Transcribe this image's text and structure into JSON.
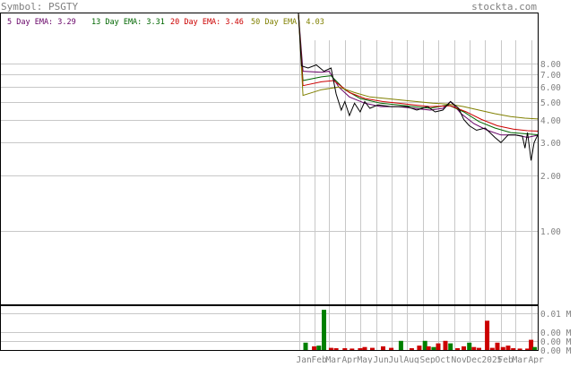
{
  "header": {
    "symbol_text": "Symbol: PSGTY",
    "site_text": "stockta.com"
  },
  "legend": [
    {
      "text": "5 Day EMA: 3.29",
      "color": "#660066"
    },
    {
      "text": "13 Day EMA: 3.31",
      "color": "#006600"
    },
    {
      "text": "20 Day EMA: 3.46",
      "color": "#cc0000"
    },
    {
      "text": "50 Day EMA: 4.03",
      "color": "#808000"
    }
  ],
  "colors": {
    "grid": "#c8c8c8",
    "frame": "#000000",
    "price": "#000000",
    "vol_up": "#008000",
    "vol_down": "#cc0000",
    "label": "#808080"
  },
  "chart_data": [
    {
      "type": "line",
      "panel": "price",
      "scale": "log",
      "ylim": [
        0.4,
        15
      ],
      "x_range": [
        "2024-01-01",
        "2025-04-14"
      ],
      "y_ticks": [
        {
          "value": 8,
          "label": "8.00"
        },
        {
          "value": 7,
          "label": "7.00"
        },
        {
          "value": 6,
          "label": "6.00"
        },
        {
          "value": 5,
          "label": "5.00"
        },
        {
          "value": 4,
          "label": "4.00"
        },
        {
          "value": 3,
          "label": "3.00"
        },
        {
          "value": 2,
          "label": "2.00"
        },
        {
          "value": 1,
          "label": "1.00"
        }
      ],
      "x_ticks": [
        {
          "date": "2024-01-03",
          "label": "Jan"
        },
        {
          "date": "2024-02-01",
          "label": "Feb"
        },
        {
          "date": "2024-03-01",
          "label": "Mar"
        },
        {
          "date": "2024-04-01",
          "label": "Apr"
        },
        {
          "date": "2024-05-01",
          "label": "May"
        },
        {
          "date": "2024-06-01",
          "label": "Jun"
        },
        {
          "date": "2024-07-01",
          "label": "Jul"
        },
        {
          "date": "2024-08-01",
          "label": "Aug"
        },
        {
          "date": "2024-09-01",
          "label": "Sep"
        },
        {
          "date": "2024-10-01",
          "label": "Oct"
        },
        {
          "date": "2024-11-01",
          "label": "Nov"
        },
        {
          "date": "2024-12-01",
          "label": "Dec"
        },
        {
          "date": "2025-01-01",
          "label": "2025"
        },
        {
          "date": "2025-02-01",
          "label": "Feb"
        },
        {
          "date": "2025-03-01",
          "label": "Mar"
        },
        {
          "date": "2025-04-01",
          "label": "Apr"
        }
      ],
      "series": [
        {
          "name": "5 Day EMA",
          "color": "#660066",
          "points": [
            [
              "2024-01-01",
              15
            ],
            [
              "2024-01-10",
              7.3
            ],
            [
              "2024-02-15",
              7.2
            ],
            [
              "2024-03-01",
              7.3
            ],
            [
              "2024-03-20",
              6.0
            ],
            [
              "2024-04-10",
              5.3
            ],
            [
              "2024-05-10",
              4.9
            ],
            [
              "2024-06-10",
              4.7
            ],
            [
              "2024-07-15",
              4.7
            ],
            [
              "2024-08-15",
              4.6
            ],
            [
              "2024-09-15",
              4.5
            ],
            [
              "2024-10-10",
              4.6
            ],
            [
              "2024-10-25",
              5.0
            ],
            [
              "2024-11-15",
              4.3
            ],
            [
              "2024-12-10",
              3.8
            ],
            [
              "2025-01-05",
              3.5
            ],
            [
              "2025-02-01",
              3.3
            ],
            [
              "2025-03-01",
              3.3
            ],
            [
              "2025-03-25",
              3.2
            ],
            [
              "2025-04-14",
              3.29
            ]
          ]
        },
        {
          "name": "13 Day EMA",
          "color": "#006600",
          "points": [
            [
              "2024-01-01",
              15
            ],
            [
              "2024-01-10",
              6.5
            ],
            [
              "2024-02-15",
              6.8
            ],
            [
              "2024-03-05",
              6.9
            ],
            [
              "2024-04-01",
              5.8
            ],
            [
              "2024-05-01",
              5.2
            ],
            [
              "2024-06-10",
              4.9
            ],
            [
              "2024-07-15",
              4.8
            ],
            [
              "2024-08-15",
              4.7
            ],
            [
              "2024-09-15",
              4.6
            ],
            [
              "2024-10-20",
              4.8
            ],
            [
              "2024-11-20",
              4.4
            ],
            [
              "2024-12-20",
              3.9
            ],
            [
              "2025-01-20",
              3.6
            ],
            [
              "2025-02-20",
              3.4
            ],
            [
              "2025-03-20",
              3.35
            ],
            [
              "2025-04-14",
              3.31
            ]
          ]
        },
        {
          "name": "20 Day EMA",
          "color": "#cc0000",
          "points": [
            [
              "2024-01-01",
              15
            ],
            [
              "2024-01-10",
              6.1
            ],
            [
              "2024-02-15",
              6.4
            ],
            [
              "2024-03-10",
              6.5
            ],
            [
              "2024-04-10",
              5.6
            ],
            [
              "2024-05-10",
              5.2
            ],
            [
              "2024-06-15",
              5.0
            ],
            [
              "2024-07-15",
              4.9
            ],
            [
              "2024-08-15",
              4.8
            ],
            [
              "2024-09-15",
              4.7
            ],
            [
              "2024-10-25",
              4.75
            ],
            [
              "2024-11-25",
              4.4
            ],
            [
              "2024-12-25",
              4.0
            ],
            [
              "2025-01-25",
              3.7
            ],
            [
              "2025-02-25",
              3.55
            ],
            [
              "2025-03-25",
              3.48
            ],
            [
              "2025-04-14",
              3.46
            ]
          ]
        },
        {
          "name": "50 Day EMA",
          "color": "#808000",
          "points": [
            [
              "2024-01-01",
              15
            ],
            [
              "2024-01-10",
              5.4
            ],
            [
              "2024-02-15",
              5.8
            ],
            [
              "2024-03-20",
              6.0
            ],
            [
              "2024-04-20",
              5.6
            ],
            [
              "2024-05-20",
              5.3
            ],
            [
              "2024-06-20",
              5.2
            ],
            [
              "2024-07-20",
              5.1
            ],
            [
              "2024-08-20",
              5.0
            ],
            [
              "2024-09-20",
              4.9
            ],
            [
              "2024-10-20",
              4.85
            ],
            [
              "2024-11-20",
              4.7
            ],
            [
              "2024-12-20",
              4.5
            ],
            [
              "2025-01-20",
              4.3
            ],
            [
              "2025-02-20",
              4.15
            ],
            [
              "2025-03-20",
              4.07
            ],
            [
              "2025-04-14",
              4.03
            ]
          ]
        },
        {
          "name": "Price",
          "color": "#000000",
          "points": [
            [
              "2024-01-01",
              15
            ],
            [
              "2024-01-07",
              7.8
            ],
            [
              "2024-01-20",
              7.6
            ],
            [
              "2024-02-05",
              7.9
            ],
            [
              "2024-02-20",
              7.3
            ],
            [
              "2024-03-05",
              7.6
            ],
            [
              "2024-03-15",
              5.5
            ],
            [
              "2024-03-25",
              4.5
            ],
            [
              "2024-04-01",
              5.0
            ],
            [
              "2024-04-10",
              4.2
            ],
            [
              "2024-04-20",
              4.9
            ],
            [
              "2024-05-01",
              4.4
            ],
            [
              "2024-05-10",
              5.0
            ],
            [
              "2024-05-20",
              4.6
            ],
            [
              "2024-06-05",
              4.8
            ],
            [
              "2024-07-01",
              4.7
            ],
            [
              "2024-08-01",
              4.7
            ],
            [
              "2024-08-20",
              4.5
            ],
            [
              "2024-09-10",
              4.7
            ],
            [
              "2024-09-25",
              4.4
            ],
            [
              "2024-10-10",
              4.5
            ],
            [
              "2024-10-25",
              5.0
            ],
            [
              "2024-11-10",
              4.6
            ],
            [
              "2024-11-20",
              4.0
            ],
            [
              "2024-12-01",
              3.7
            ],
            [
              "2024-12-15",
              3.5
            ],
            [
              "2025-01-01",
              3.6
            ],
            [
              "2025-01-20",
              3.2
            ],
            [
              "2025-02-01",
              3.0
            ],
            [
              "2025-02-15",
              3.3
            ],
            [
              "2025-03-01",
              3.3
            ],
            [
              "2025-03-15",
              3.25
            ],
            [
              "2025-03-20",
              2.8
            ],
            [
              "2025-03-25",
              3.4
            ],
            [
              "2025-04-01",
              2.4
            ],
            [
              "2025-04-07",
              3.0
            ],
            [
              "2025-04-14",
              3.3
            ]
          ]
        }
      ]
    },
    {
      "type": "bar",
      "panel": "volume",
      "ylim": [
        0,
        0.012
      ],
      "y_ticks": [
        {
          "value": 0.01,
          "label": "0.01 M"
        },
        {
          "value": 0.005,
          "label": "0.00 M"
        },
        {
          "value": 0.0025,
          "label": "0.00 M"
        },
        {
          "value": 0,
          "label": "0.00 M"
        }
      ],
      "bars": [
        {
          "date": "2024-01-15",
          "value": 0.002,
          "dir": "up"
        },
        {
          "date": "2024-02-01",
          "value": 0.001,
          "dir": "down"
        },
        {
          "date": "2024-02-10",
          "value": 0.0012,
          "dir": "up"
        },
        {
          "date": "2024-02-20",
          "value": 0.011,
          "dir": "up"
        },
        {
          "date": "2024-03-05",
          "value": 0.0006,
          "dir": "down"
        },
        {
          "date": "2024-03-15",
          "value": 0.0005,
          "dir": "down"
        },
        {
          "date": "2024-04-01",
          "value": 0.0005,
          "dir": "down"
        },
        {
          "date": "2024-04-15",
          "value": 0.0004,
          "dir": "down"
        },
        {
          "date": "2024-05-01",
          "value": 0.0005,
          "dir": "down"
        },
        {
          "date": "2024-05-10",
          "value": 0.0008,
          "dir": "down"
        },
        {
          "date": "2024-05-25",
          "value": 0.0006,
          "dir": "down"
        },
        {
          "date": "2024-06-15",
          "value": 0.001,
          "dir": "down"
        },
        {
          "date": "2024-07-01",
          "value": 0.0006,
          "dir": "down"
        },
        {
          "date": "2024-07-20",
          "value": 0.0025,
          "dir": "up"
        },
        {
          "date": "2024-08-10",
          "value": 0.0005,
          "dir": "down"
        },
        {
          "date": "2024-08-25",
          "value": 0.0012,
          "dir": "down"
        },
        {
          "date": "2024-09-05",
          "value": 0.0025,
          "dir": "up"
        },
        {
          "date": "2024-09-12",
          "value": 0.001,
          "dir": "down"
        },
        {
          "date": "2024-09-22",
          "value": 0.0008,
          "dir": "up"
        },
        {
          "date": "2024-10-01",
          "value": 0.0018,
          "dir": "down"
        },
        {
          "date": "2024-10-15",
          "value": 0.0025,
          "dir": "down"
        },
        {
          "date": "2024-10-25",
          "value": 0.0018,
          "dir": "up"
        },
        {
          "date": "2024-11-08",
          "value": 0.0005,
          "dir": "down"
        },
        {
          "date": "2024-11-20",
          "value": 0.001,
          "dir": "down"
        },
        {
          "date": "2024-12-01",
          "value": 0.002,
          "dir": "up"
        },
        {
          "date": "2024-12-10",
          "value": 0.0008,
          "dir": "down"
        },
        {
          "date": "2024-12-20",
          "value": 0.0006,
          "dir": "down"
        },
        {
          "date": "2025-01-05",
          "value": 0.008,
          "dir": "down"
        },
        {
          "date": "2025-01-15",
          "value": 0.0006,
          "dir": "down"
        },
        {
          "date": "2025-01-25",
          "value": 0.002,
          "dir": "down"
        },
        {
          "date": "2025-02-05",
          "value": 0.0008,
          "dir": "down"
        },
        {
          "date": "2025-02-15",
          "value": 0.0012,
          "dir": "down"
        },
        {
          "date": "2025-02-25",
          "value": 0.0005,
          "dir": "down"
        },
        {
          "date": "2025-03-10",
          "value": 0.0004,
          "dir": "down"
        },
        {
          "date": "2025-03-25",
          "value": 0.0004,
          "dir": "down"
        },
        {
          "date": "2025-04-01",
          "value": 0.0028,
          "dir": "down"
        },
        {
          "date": "2025-04-08",
          "value": 0.0008,
          "dir": "up"
        }
      ]
    }
  ]
}
